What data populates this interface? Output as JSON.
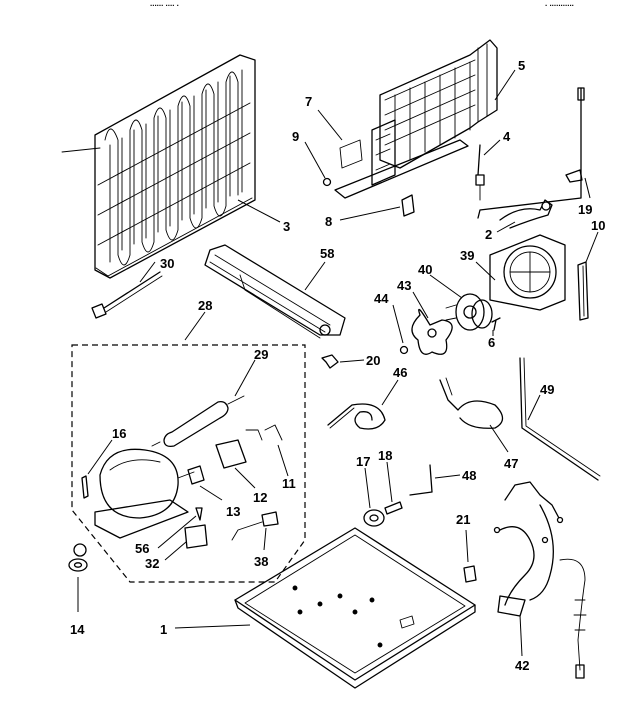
{
  "callouts": {
    "c1": "1",
    "c2": "2",
    "c3": "3",
    "c4": "4",
    "c5": "5",
    "c6": "6",
    "c7": "7",
    "c8": "8",
    "c9": "9",
    "c10": "10",
    "c11": "11",
    "c12": "12",
    "c13": "13",
    "c14": "14",
    "c16": "16",
    "c17": "17",
    "c18": "18",
    "c19": "19",
    "c20": "20",
    "c21": "21",
    "c28": "28",
    "c29": "29",
    "c30": "30",
    "c32": "32",
    "c38": "38",
    "c39": "39",
    "c40": "40",
    "c42": "42",
    "c43": "43",
    "c44": "44",
    "c46": "46",
    "c47": "47",
    "c48": "48",
    "c49": "49",
    "c56": "56",
    "c58": "58"
  },
  "header_fragments": {
    "left": "......  ....   .",
    "right": ". ..........."
  }
}
